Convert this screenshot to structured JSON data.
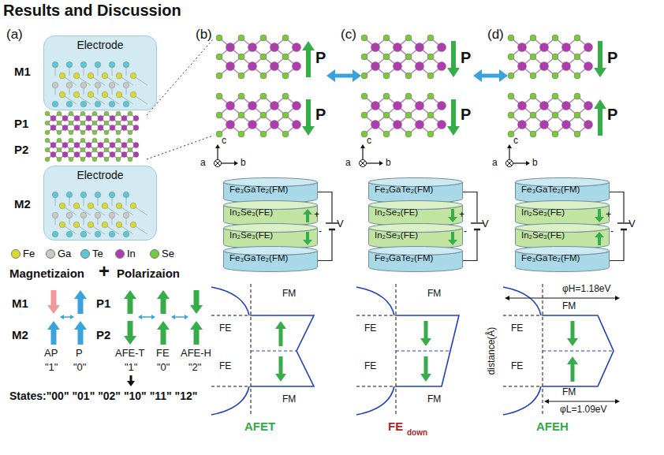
{
  "diagram": {
    "title": "Results and Discussion",
    "nodes": [
      {
        "text": [
          "Electrode"
        ]
      },
      {
        "text": [
          "Electrode"
        ]
      },
      {
        "text": [
          "Fe₃GaTe₂(FM)"
        ]
      },
      {
        "text": [
          "In₂Se₃(FE)"
        ]
      },
      {
        "text": [
          "In₂Se₃(FE)"
        ]
      },
      {
        "text": [
          "Fe₃GaTe₂(FM)"
        ]
      },
      {
        "text": [
          "Fe₃GaTe₂(FM)"
        ]
      },
      {
        "text": [
          "In₂Se₃(FE)"
        ]
      },
      {
        "text": [
          "In₂Se₃(FE)"
        ]
      },
      {
        "text": [
          "Fe₃GaTe₂(FM)"
        ]
      },
      {
        "text": [
          "Fe₃GaTe₂(FM)"
        ]
      },
      {
        "text": [
          "In₂Se₃(FE)"
        ]
      },
      {
        "text": [
          "In₂Se₃(FE)"
        ]
      },
      {
        "text": [
          "Fe₃GaTe₂(FM)"
        ]
      }
    ],
    "edges": [
      {
        "from": 2,
        "to": 5,
        "arrow": "none",
        "label": "V"
      },
      {
        "from": 6,
        "to": 9,
        "arrow": "none",
        "label": "V"
      },
      {
        "from": 10,
        "to": 13,
        "arrow": "none",
        "label": "V"
      }
    ],
    "labels": [
      "(a)",
      "M1",
      "P1",
      "P2",
      "M2",
      "Magnetizaion",
      "+",
      "Polarizaion",
      "M1",
      "M2",
      "AP",
      "P",
      "\"1\"",
      "\"0\"",
      "P1",
      "P2",
      "AFE-T",
      "FE",
      "AFE-H",
      "\"1\"",
      "\"0\"",
      "\"2\"",
      "States:\"00\" \"01\" \"02\" \"10\" \"11\" \"12\"",
      "(b)",
      "P",
      "P",
      "c",
      "a",
      "b",
      "+",
      "-",
      "FM",
      "FE",
      "FE",
      "FM",
      "AFET",
      "(c)",
      "P",
      "P",
      "c",
      "a",
      "b",
      "+",
      "-",
      "FM",
      "FE",
      "FE",
      "FM",
      "FE",
      "down",
      "(d)",
      "P",
      "P",
      "c",
      "a",
      "b",
      "+",
      "-",
      "φH=1.18eV",
      "FM",
      "FE",
      "FE",
      "FM",
      "φL=1.09eV",
      "distance(Å)",
      "AFEH"
    ],
    "legend": [
      {
        "text": "Fe",
        "color": "#d9d92e"
      },
      {
        "text": "Ga",
        "color": "#c8c8c8"
      },
      {
        "text": "Te",
        "color": "#5cc6d6"
      },
      {
        "text": "In",
        "color": "#b03cb0"
      },
      {
        "text": "Se",
        "color": "#6fcc44"
      }
    ]
  }
}
